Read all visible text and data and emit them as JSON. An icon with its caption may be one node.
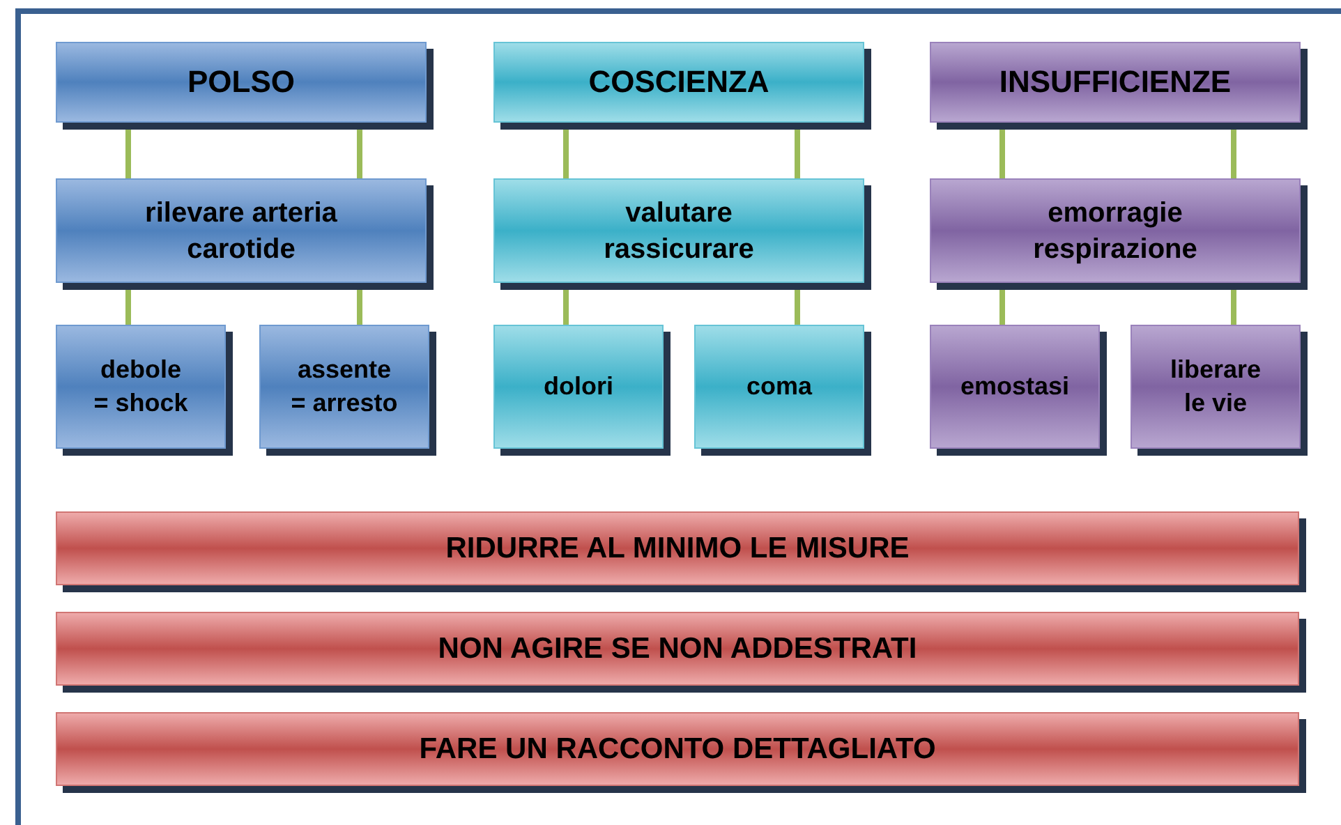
{
  "diagram": {
    "nodes": [
      {
        "text": [
          "POLSO"
        ]
      },
      {
        "text": [
          "rilevare arteria carotide"
        ]
      },
      {
        "text": [
          "debole = shock"
        ]
      },
      {
        "text": [
          "assente = arresto"
        ]
      },
      {
        "text": [
          "COSCIENZA"
        ]
      },
      {
        "text": [
          "valutare rassicurare"
        ]
      },
      {
        "text": [
          "dolori"
        ]
      },
      {
        "text": [
          "coma"
        ]
      },
      {
        "text": [
          "INSUFFICIENZE"
        ]
      },
      {
        "text": [
          "emorragie respirazione"
        ]
      },
      {
        "text": [
          "emostasi"
        ]
      },
      {
        "text": [
          "liberare le vie"
        ]
      },
      {
        "text": [
          "RIDURRE AL MINIMO LE MISURE"
        ]
      },
      {
        "text": [
          "NON AGIRE SE NON ADDESTRATI"
        ]
      },
      {
        "text": [
          "FARE UN RACCONTO DETTAGLIATO"
        ]
      }
    ],
    "edges": [
      {
        "from": 0,
        "to": 1,
        "arrow": "none"
      },
      {
        "from": 0,
        "to": 1,
        "arrow": "none"
      },
      {
        "from": 1,
        "to": 2,
        "arrow": "none"
      },
      {
        "from": 1,
        "to": 3,
        "arrow": "none"
      },
      {
        "from": 4,
        "to": 5,
        "arrow": "none"
      },
      {
        "from": 4,
        "to": 5,
        "arrow": "none"
      },
      {
        "from": 5,
        "to": 6,
        "arrow": "none"
      },
      {
        "from": 5,
        "to": 7,
        "arrow": "none"
      },
      {
        "from": 8,
        "to": 9,
        "arrow": "none"
      },
      {
        "from": 8,
        "to": 9,
        "arrow": "none"
      },
      {
        "from": 9,
        "to": 10,
        "arrow": "none"
      },
      {
        "from": 9,
        "to": 11,
        "arrow": "none"
      }
    ]
  }
}
